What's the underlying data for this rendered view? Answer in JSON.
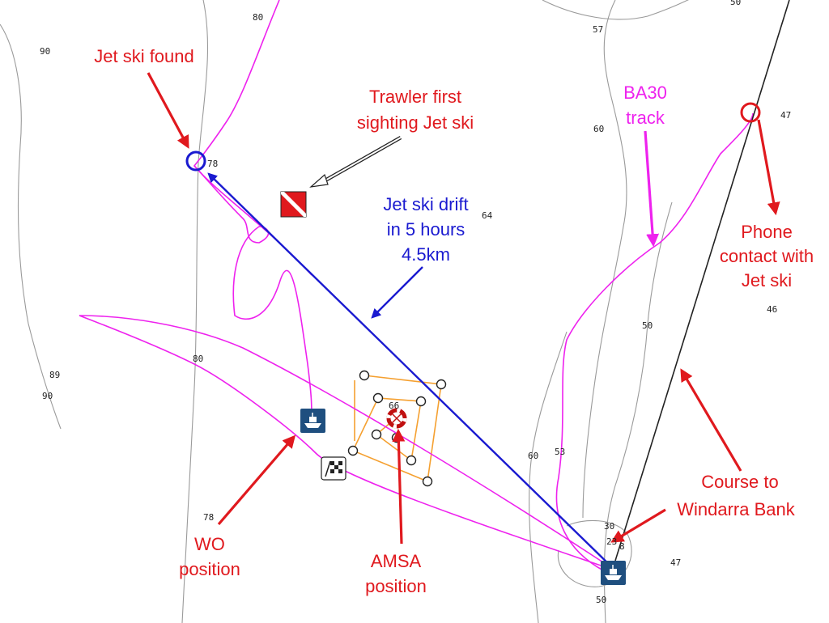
{
  "depth_soundings": [
    "80",
    "90",
    "57",
    "60",
    "47",
    "78",
    "64",
    "46",
    "50",
    "80",
    "89",
    "90",
    "66",
    "60",
    "53",
    "78",
    "30",
    "23",
    "8",
    "47",
    "50",
    "50"
  ],
  "labels": {
    "jet_ski_found": "Jet ski found",
    "trawler_first_sighting": [
      "Trawler first",
      "sighting Jet ski"
    ],
    "jet_ski_drift": [
      "Jet ski drift",
      "in 5 hours",
      "4.5km"
    ],
    "ba30_track": [
      "BA30",
      "track"
    ],
    "phone_contact": [
      "Phone",
      "contact with",
      "Jet ski"
    ],
    "course_to_windarra": [
      "Course to",
      "Windarra Bank"
    ],
    "wo_position": [
      "WO",
      "position"
    ],
    "amsa_position": [
      "AMSA",
      "position"
    ]
  },
  "colors": {
    "annotation_red": "#e0191e",
    "drift_blue": "#1a1ad0",
    "track_magenta": "#ee22ee",
    "search_pattern_orange": "#f5a030",
    "contour_grey": "#9a9a9a"
  },
  "icons": [
    "vessel-icon",
    "dive-flag-icon",
    "checkered-flag-icon",
    "life-ring-icon"
  ]
}
